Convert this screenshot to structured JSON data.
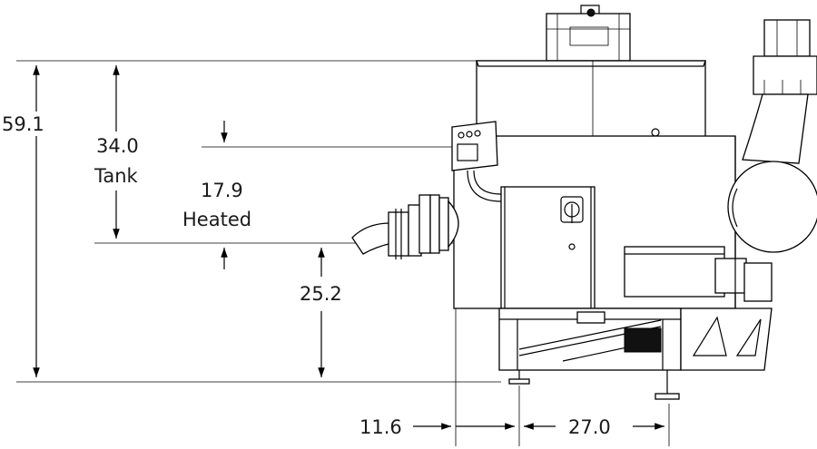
{
  "dimensions": {
    "overall_height": "59.1",
    "tank_height": "34.0",
    "tank_label": "Tank",
    "heated_height": "17.9",
    "heated_label": "Heated",
    "inlet_height": "25.2",
    "front_offset": "11.6",
    "foot_spacing": "27.0"
  }
}
